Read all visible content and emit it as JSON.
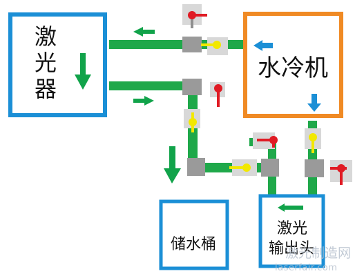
{
  "diagram": {
    "laser": {
      "label_chars": [
        "激",
        "光",
        "器"
      ]
    },
    "chiller": {
      "label": "水冷机"
    },
    "tank": {
      "label": "储水桶"
    },
    "output_head": {
      "label_line1": "激光",
      "label_line2": "输出头"
    }
  },
  "watermark": {
    "line1": "激光制造网",
    "line2": "laserfair.com"
  },
  "colors": {
    "pipe": "#1fa84a",
    "laser_border": "#1b8fd6",
    "chiller_border": "#f08a24",
    "tank_border": "#1b8fd6",
    "arrow_green": "#11a34a",
    "arrow_blue": "#1b8fd6",
    "valve_body": "#8f8f8f",
    "valve_handle_red": "#e01b24",
    "valve_handle_yellow": "#f2e800",
    "valve_bg": "#d8d8d8"
  }
}
